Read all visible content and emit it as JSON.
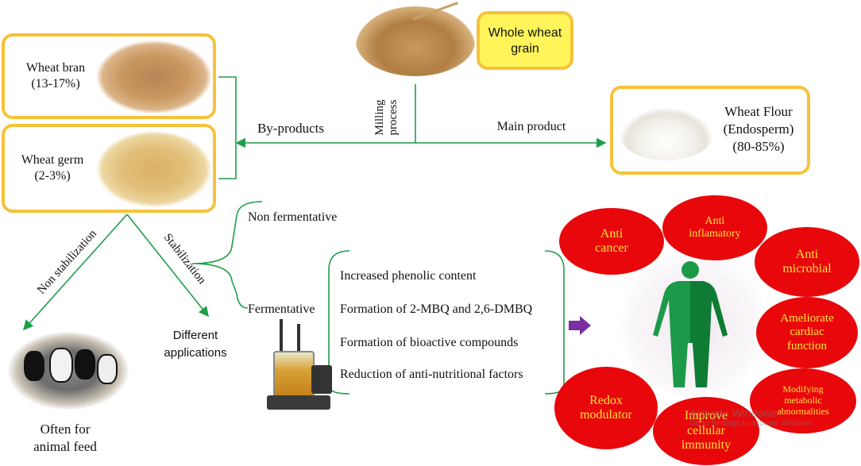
{
  "source": {
    "grain": "Whole wheat\ngrain",
    "milling": "Milling\nprocess"
  },
  "byproducts": {
    "label": "By-products",
    "bran": "Wheat bran\n(13-17%)",
    "germ": "Wheat germ\n(2-3%)"
  },
  "main": {
    "label": "Main product",
    "flour": "Wheat Flour\n(Endosperm)\n(80-85%)"
  },
  "paths": {
    "non_stab": "Non stabilization",
    "stab": "Stabilization",
    "feed": "Often for\nanimal feed",
    "applications": "Different\napplications"
  },
  "treatment": {
    "non_ferm": "Non fermentative",
    "ferm": "Fermentative",
    "effects": [
      "Increased phenolic content",
      "Formation of 2-MBQ and 2,6-DMBQ",
      "Formation of bioactive compounds",
      "Reduction of anti-nutritional factors"
    ]
  },
  "benefits": {
    "anti_cancer": "Anti\ncancer",
    "anti_inflam": "Anti\ninflamatory",
    "anti_microbial": "Anti\nmicrobial",
    "cardiac": "Ameliorate\ncardiac\nfunction",
    "metabolic": "Modifying\nmetabolic\nabnormalities",
    "immunity": "Improve\ncellular\nimmunity",
    "redox": "Redox\nmodulator"
  },
  "watermark": {
    "line1": "Activate Windows",
    "line2": "Go to Settings to activate Windows."
  },
  "colors": {
    "arrow": "#1f9e4a",
    "box_border": "#f6c23a",
    "box_fill": "#fff55a",
    "blob": "#e8070a",
    "blob_text": "#ffe33a",
    "body": "#1c9a49",
    "purple": "#7a2ea0"
  }
}
